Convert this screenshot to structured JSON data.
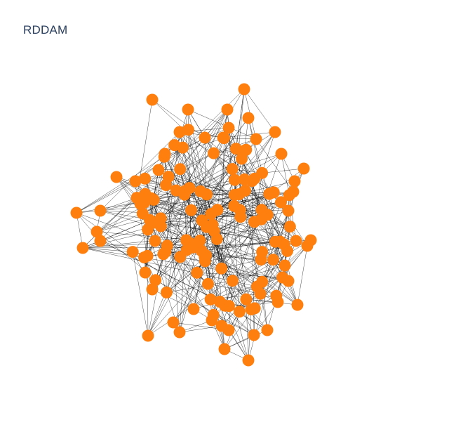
{
  "title": "RDDAM",
  "style": {
    "node_color": "#ff7f0e",
    "edge_color": "#000000",
    "title_color": "#2a3f5f",
    "background": "#ffffff"
  },
  "graph": {
    "type": "network",
    "node_count": 150
  }
}
